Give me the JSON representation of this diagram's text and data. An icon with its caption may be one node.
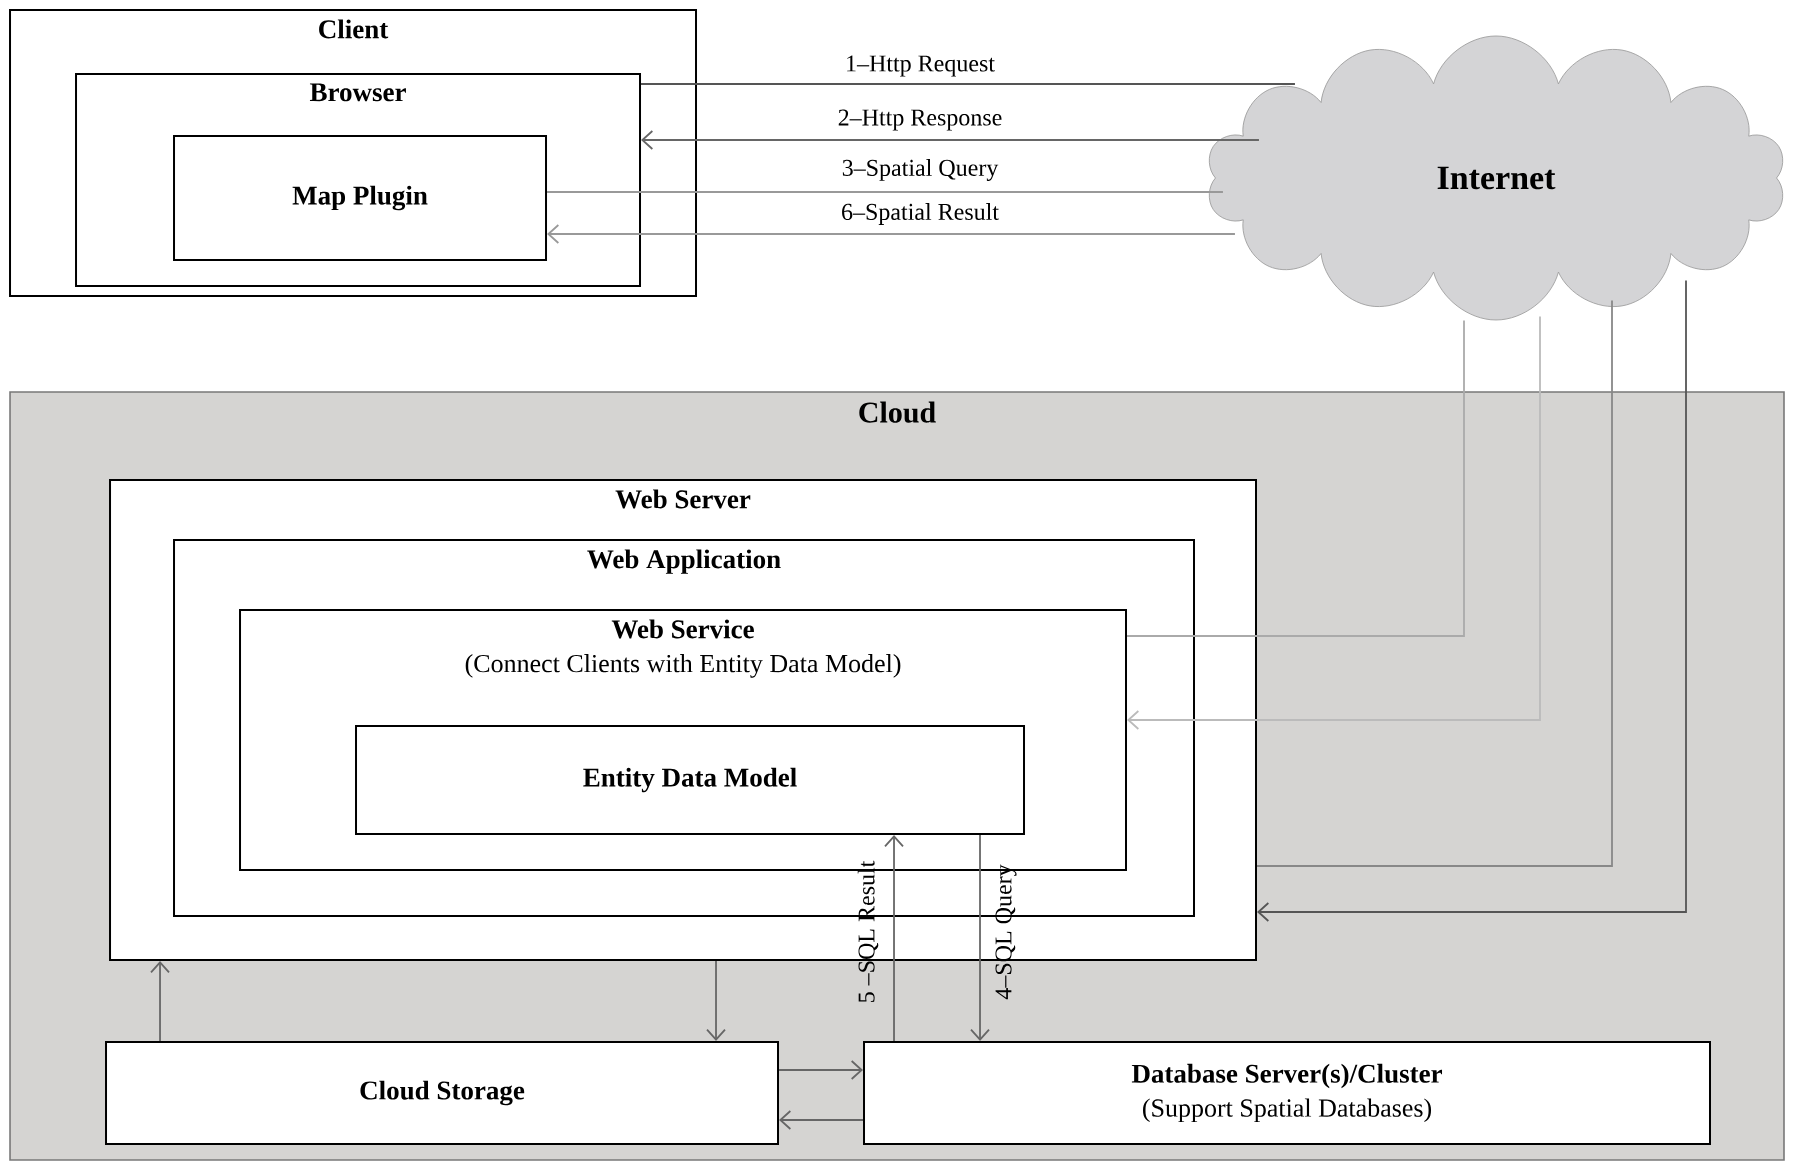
{
  "diagram": {
    "nodes": [
      {
        "text": [
          "Client"
        ]
      },
      {
        "text": [
          "Browser"
        ],
        "in": 0
      },
      {
        "text": [
          "Map Plugin"
        ],
        "in": 1
      },
      {
        "text": [
          "Internet"
        ]
      },
      {
        "text": [
          "Cloud"
        ]
      },
      {
        "text": [
          "Web Server"
        ],
        "in": 4
      },
      {
        "text": [
          "Web Application"
        ],
        "in": 5
      },
      {
        "text": [
          "Web Service",
          "(Connect Clients with Entity Data Model)"
        ],
        "in": 6
      },
      {
        "text": [
          "Entity Data Model"
        ],
        "in": 7
      },
      {
        "text": [
          "Cloud Storage"
        ],
        "in": 4
      },
      {
        "text": [
          "Database Server(s)/Cluster",
          "(Support Spatial Databases)"
        ],
        "in": 4
      }
    ],
    "edges": [
      {
        "from": 1,
        "to": 3,
        "arrow": "none",
        "label": "1–Http Request",
        "color": "#555555"
      },
      {
        "from": 3,
        "to": 1,
        "arrow": "to",
        "label": "2–Http Response"
      },
      {
        "from": 2,
        "to": 3,
        "arrow": "none",
        "label": "3–Spatial Query",
        "color": "#999999"
      },
      {
        "from": 3,
        "to": 2,
        "arrow": "to",
        "label": "6–Spatial Result",
        "color": "#999999"
      },
      {
        "from": 3,
        "to": 7,
        "arrow": "none",
        "color": "#aaaaaa"
      },
      {
        "from": 3,
        "to": 7,
        "arrow": "to",
        "color": "#bbbbbb"
      },
      {
        "from": 3,
        "to": 5,
        "arrow": "none",
        "color": "#888888"
      },
      {
        "from": 3,
        "to": 5,
        "arrow": "to",
        "color": "#555555"
      },
      {
        "from": 10,
        "to": 8,
        "arrow": "to",
        "label": "5 –SQL Result"
      },
      {
        "from": 8,
        "to": 10,
        "arrow": "to",
        "label": "4–SQL Query"
      },
      {
        "from": 9,
        "to": 5,
        "arrow": "to"
      },
      {
        "from": 5,
        "to": 9,
        "arrow": "to"
      },
      {
        "from": 9,
        "to": 10,
        "arrow": "to"
      },
      {
        "from": 10,
        "to": 9,
        "arrow": "to"
      }
    ]
  }
}
